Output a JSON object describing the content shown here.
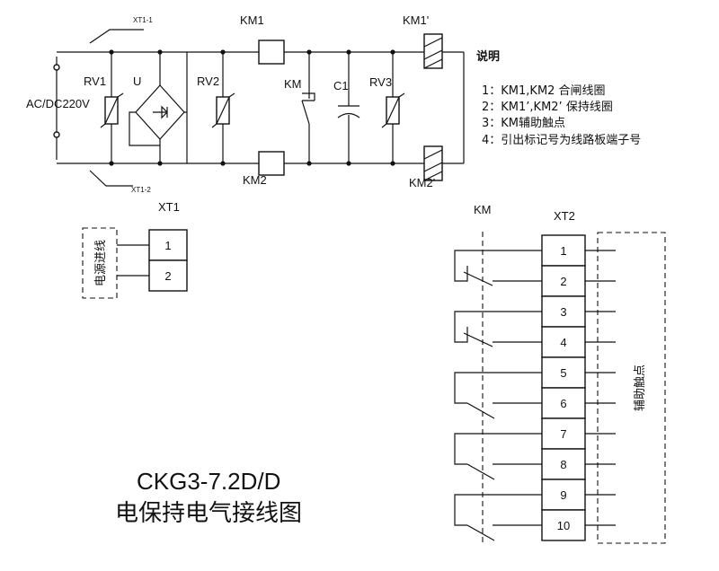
{
  "title": {
    "model": "CKG3-7.2D/D",
    "name": "电保持电气接线图"
  },
  "labels": {
    "xt1_1": "XT1-1",
    "xt1_2": "XT1-2",
    "supply": "AC/DC220V",
    "rv1": "RV1",
    "u": "U",
    "rv2": "RV2",
    "km1": "KM1",
    "km": "KM",
    "c1": "C1",
    "rv3": "RV3",
    "km1p": "KM1'",
    "km2": "KM2",
    "km2p": "KM2'",
    "xt1": "XT1",
    "km_aux": "KM",
    "xt2": "XT2",
    "power_in": "电源进线",
    "aux_contacts": "辅助触点"
  },
  "notes": {
    "heading": "说明",
    "items": [
      "1：KM1,KM2 合闸线圈",
      "2：KM1’,KM2’ 保持线圈",
      "3：KM辅助触点",
      "4：引出标记号为线路板端子号"
    ]
  },
  "xt1_terminals": [
    "1",
    "2"
  ],
  "xt2_terminals": [
    "1",
    "2",
    "3",
    "4",
    "5",
    "6",
    "7",
    "8",
    "9",
    "10"
  ]
}
